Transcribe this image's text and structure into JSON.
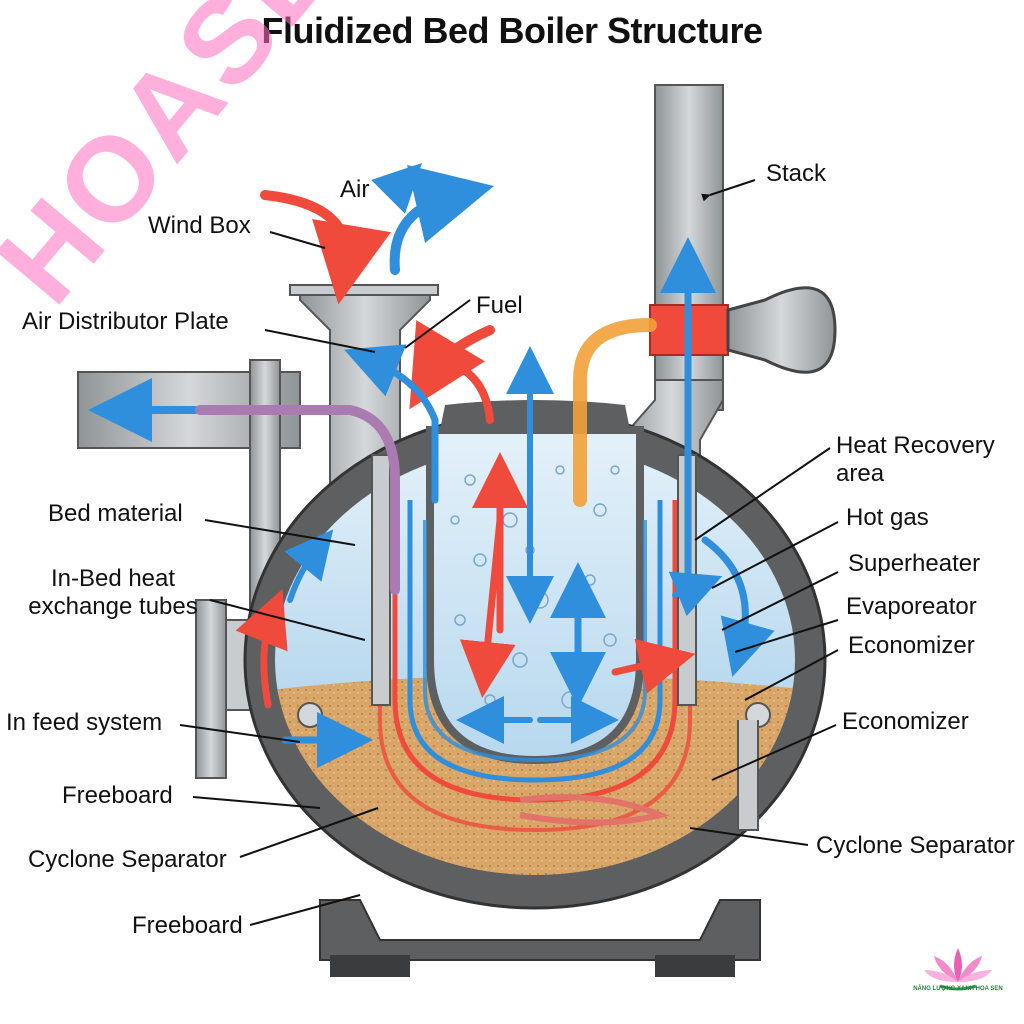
{
  "title": "Fluidized Bed Boiler Structure",
  "watermark": "HOASEN",
  "logo": {
    "caption": "NĂNG LƯỢNG XANH HOA SEN",
    "color": "#e85fb5"
  },
  "labels": {
    "air": "Air",
    "wind_box": "Wind Box",
    "air_distributor_plate": "Air Distributor Plate",
    "fuel": "Fuel",
    "stack": "Stack",
    "heat_recovery_area": [
      "Heat Recovery",
      "area"
    ],
    "hot_gas": "Hot gas",
    "superheater": "Superheater",
    "evaporator": "Evaporeator",
    "economizer_1": "Economizer",
    "economizer_2": "Economizer",
    "cyclone_separator_right": "Cyclone Separator",
    "bed_material": "Bed material",
    "in_bed_heat_exchange_tubes": [
      "In-Bed heat",
      "exchange tubes"
    ],
    "in_feed_system": "In feed system",
    "freeboard_1": "Freeboard",
    "cyclone_separator_left": "Cyclone Separator",
    "freeboard_2": "Freeboard"
  },
  "colors": {
    "shell": "#5d5f61",
    "metal": "#b8bcc0",
    "bed": "#d9a66a",
    "water": "#cfe6f5",
    "hot_arrow": "#ef4a3b",
    "cold_arrow": "#2f8fdc",
    "fuel_arrow": "#f2a13a"
  }
}
